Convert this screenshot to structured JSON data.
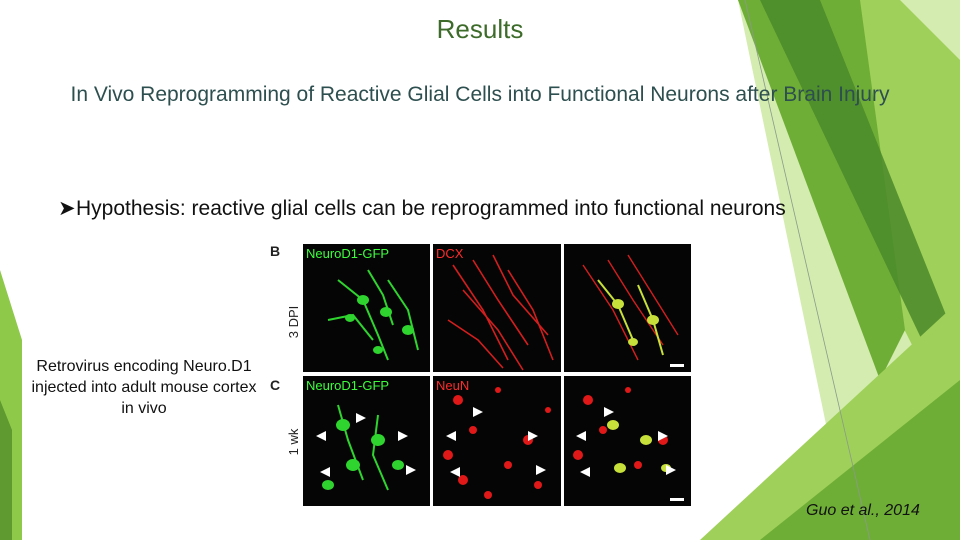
{
  "slide": {
    "title": "Results",
    "subtitle": "In Vivo Reprogramming of Reactive Glial Cells into Functional Neurons after Brain Injury",
    "bullet": "Hypothesis: reactive glial cells can be reprogrammed into functional neurons",
    "caption": "Retrovirus encoding Neuro.D1 injected into adult mouse cortex in vivo",
    "citation": "Guo et al., 2014"
  },
  "figure": {
    "rows": [
      {
        "panel": "B",
        "timepoint": "3 DPI",
        "tiles": [
          {
            "label": "NeuroD1-GFP",
            "label_color": "#3cff3c",
            "channel": "green"
          },
          {
            "label": "DCX",
            "label_color": "#ff2a2a",
            "channel": "red"
          },
          {
            "label": "",
            "label_color": "#ffffff",
            "channel": "merge"
          }
        ]
      },
      {
        "panel": "C",
        "timepoint": "1 wk",
        "tiles": [
          {
            "label": "NeuroD1-GFP",
            "label_color": "#3cff3c",
            "channel": "green"
          },
          {
            "label": "NeuN",
            "label_color": "#ff2a2a",
            "channel": "red"
          },
          {
            "label": "",
            "label_color": "#ffffff",
            "channel": "merge"
          }
        ]
      }
    ]
  },
  "theme": {
    "accent_dark": "#4a8a2a",
    "accent_mid": "#6fae36",
    "accent_light": "#9fd05a",
    "accent_pale": "#d4ecb0",
    "title_color": "#3d6b2a"
  }
}
